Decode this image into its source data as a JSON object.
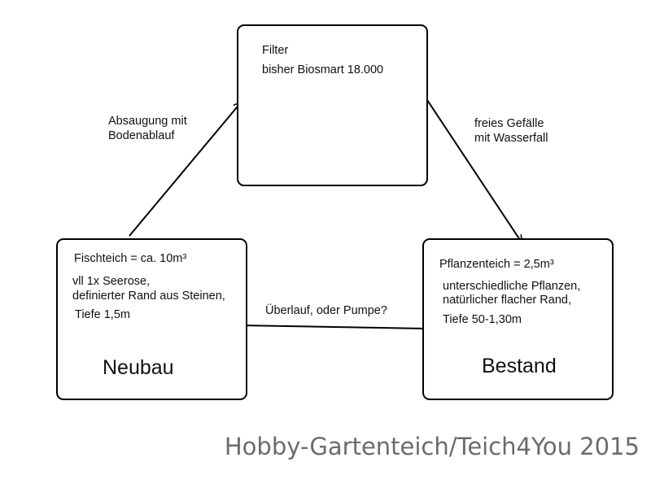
{
  "filter_box": {
    "title": "Filter",
    "detail": "bisher Biosmart 18.000"
  },
  "fish_pond_box": {
    "line1": "Fischteich = ca. 10m³",
    "line2": "vll 1x Seerose,",
    "line3": "definierter Rand aus Steinen,",
    "line4": "Tiefe 1,5m",
    "status": "Neubau"
  },
  "plant_pond_box": {
    "line1": "Pflanzenteich = 2,5m³",
    "line2": "unterschiedliche Pflanzen,",
    "line3": "natürlicher flacher Rand,",
    "line4": "Tiefe 50-1,30m",
    "status": "Bestand"
  },
  "edges": {
    "fish_to_filter": {
      "line1": "Absaugung mit",
      "line2": "Bodenablauf"
    },
    "filter_to_plant": {
      "line1": "freies Gefälle",
      "line2": "mit Wasserfall"
    },
    "plant_to_fish": {
      "line1": "Überlauf, oder Pumpe?"
    }
  },
  "watermark": "Hobby-Gartenteich/Teich4You 2015"
}
